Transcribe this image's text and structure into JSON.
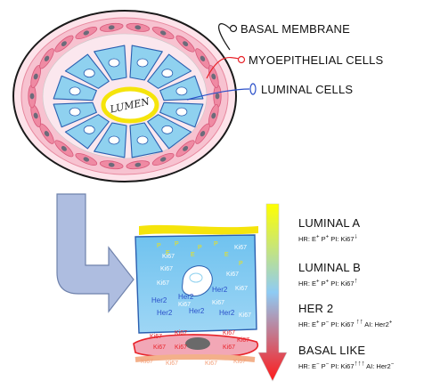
{
  "labels": {
    "basal_membrane": "BASAL MEMBRANE",
    "myoepithelial": "MYOEPITHELIAL CELLS",
    "luminal_cells": "LUMINAL CELLS",
    "lumen": "LUMEN"
  },
  "subtypes": [
    {
      "name": "LUMINAL A",
      "markers": [
        "HR: E",
        "+",
        " P",
        "+",
        "  PI: Ki67",
        "↓",
        "",
        ""
      ]
    },
    {
      "name": "LUMINAL B",
      "markers": [
        "HR: E",
        "+",
        " P",
        "+",
        "  PI: Ki67",
        "↑",
        "",
        ""
      ]
    },
    {
      "name": "HER 2",
      "markers": [
        "HR: E",
        "+",
        " P",
        "−",
        "  PI: Ki67 ",
        "↑↑",
        "  AI: Her2",
        "+"
      ]
    },
    {
      "name": "BASAL LIKE",
      "markers": [
        "HR: E",
        "−",
        " P",
        "−",
        "  PI: Ki67",
        "↑↑↑",
        "  AI: Her2",
        "−"
      ]
    }
  ],
  "tissue_tokens": {
    "ki67": "Ki67",
    "her2": "Her2",
    "p": "P",
    "e": "E"
  },
  "colors": {
    "membrane_outline": "#1a1a1a",
    "myoepithelial_pink": "#f4b6c6",
    "myoepithelial_cell": "#ef6c8a",
    "luminal_blue": "#8fd1ef",
    "luminal_outline": "#2a5fb0",
    "lumen_yellow": "#f5e40b",
    "callout_red": "#e8232a",
    "callout_blue": "#2a4fc9",
    "process_arrow": "#aebde0",
    "gradient_top": "#ffff00",
    "gradient_mid": "#8ecbf4",
    "gradient_bottom": "#ff1a1a"
  }
}
